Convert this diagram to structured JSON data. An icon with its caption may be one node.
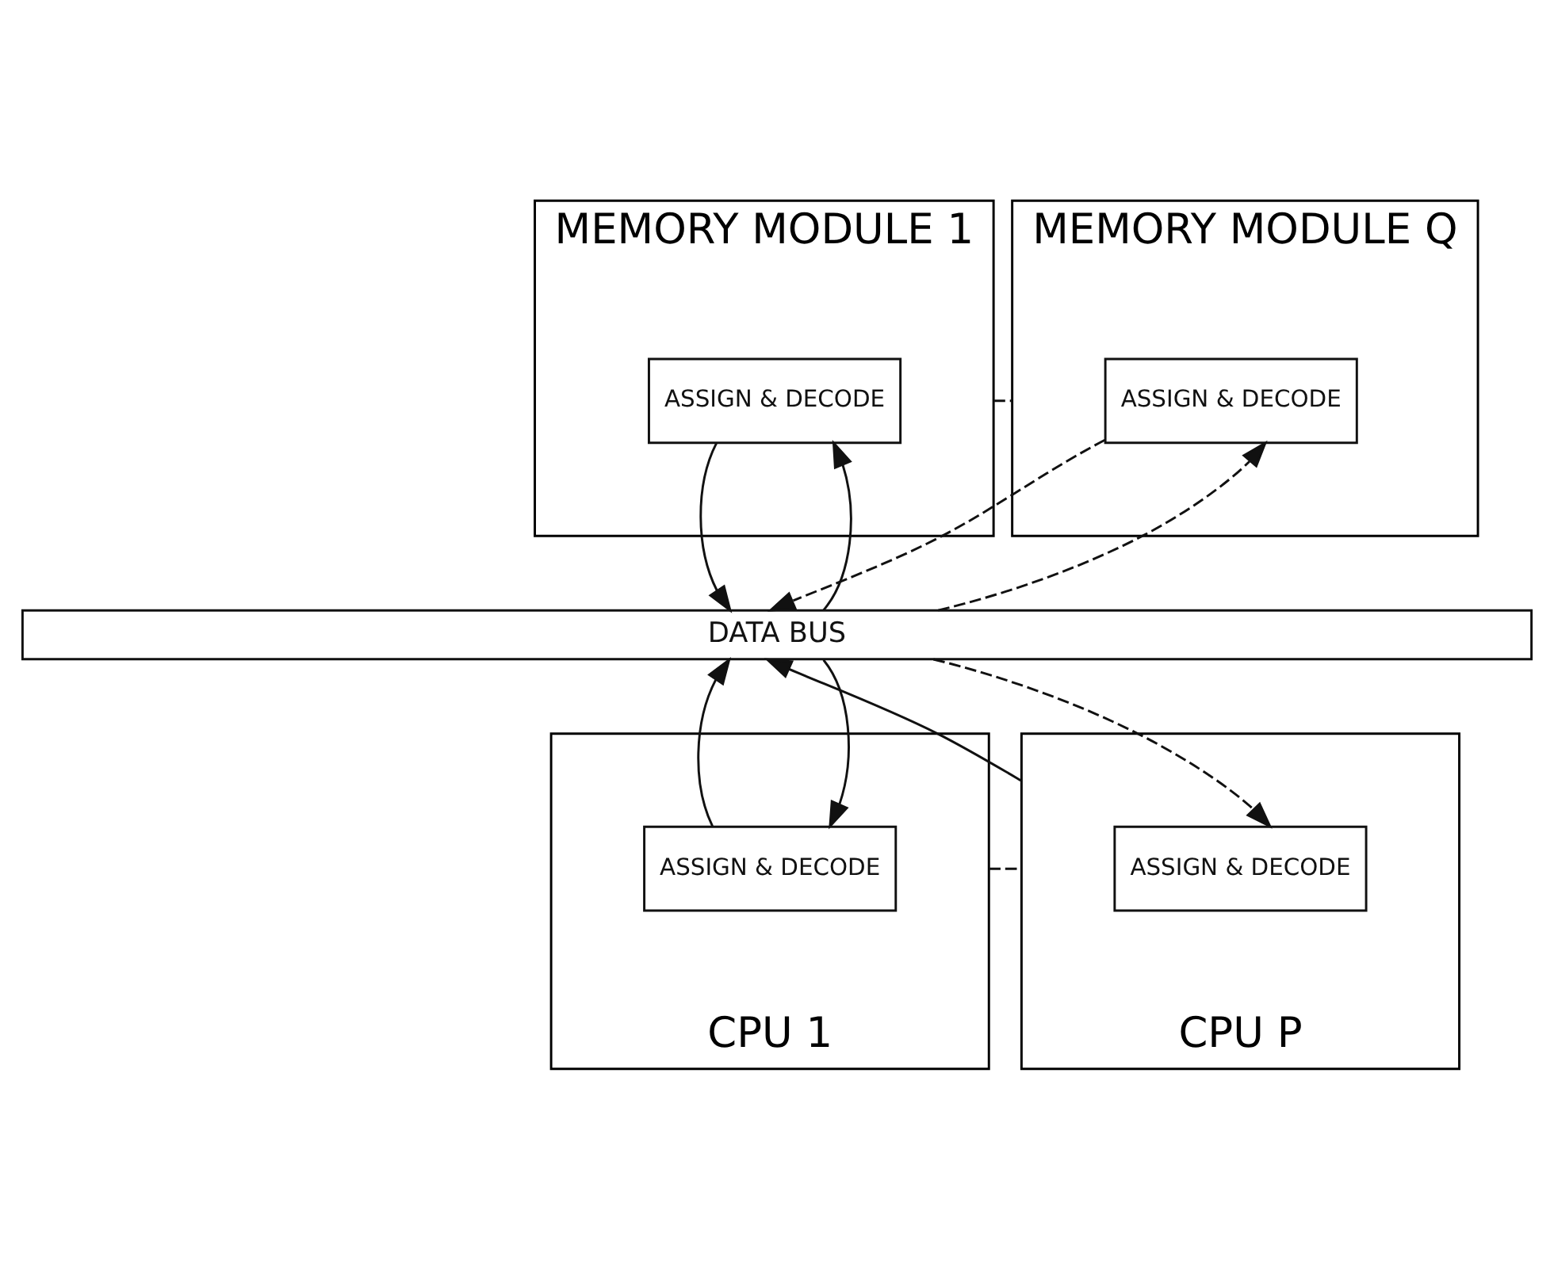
{
  "diagram": {
    "nodes": [
      {
        "text": [
          "MEMORY MODULE 1"
        ]
      },
      {
        "text": [
          "ASSIGN & DECODE"
        ],
        "in": 0
      },
      {
        "text": [
          "MEMORY MODULE Q"
        ]
      },
      {
        "text": [
          "ASSIGN & DECODE"
        ],
        "in": 2
      },
      {
        "text": [
          "DATA BUS"
        ]
      },
      {
        "text": [
          "CPU 1"
        ]
      },
      {
        "text": [
          "ASSIGN & DECODE"
        ],
        "in": 5
      },
      {
        "text": [
          "CPU P"
        ]
      },
      {
        "text": [
          "ASSIGN & DECODE"
        ],
        "in": 7
      }
    ],
    "edges": [
      {
        "from": 0,
        "to": 2,
        "arrow": "none",
        "style": "dashed"
      },
      {
        "from": 4,
        "to": 1,
        "arrow": "to"
      },
      {
        "from": 1,
        "to": 4,
        "arrow": "to"
      },
      {
        "from": 4,
        "to": 3,
        "arrow": "to",
        "style": "dashed"
      },
      {
        "from": 3,
        "to": 4,
        "arrow": "to",
        "style": "dashed"
      },
      {
        "from": 6,
        "to": 4,
        "arrow": "to"
      },
      {
        "from": 4,
        "to": 6,
        "arrow": "to"
      },
      {
        "from": 7,
        "to": 4,
        "arrow": "to"
      },
      {
        "from": 4,
        "to": 8,
        "arrow": "to",
        "style": "dashed"
      },
      {
        "from": 5,
        "to": 7,
        "arrow": "none",
        "style": "dashed"
      }
    ]
  }
}
